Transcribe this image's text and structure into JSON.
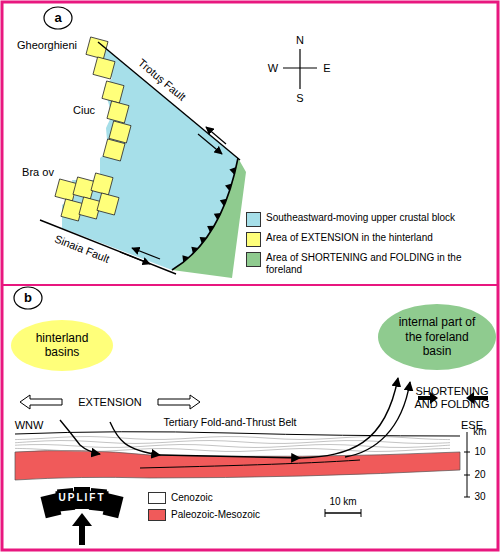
{
  "diagram": {
    "nodes": [
      {
        "text": [
          "hinterland basins"
        ]
      },
      {
        "text": [
          "internal part of the foreland basin"
        ]
      }
    ],
    "labels": [
      "a",
      "b",
      "N",
      "W",
      "E",
      "S",
      "Gheorghieni",
      "Ciuc",
      "Bra ov",
      "Trotuş Fault",
      "Sinaia Fault",
      "EXTENSION",
      "SHORTENING AND FOLDING",
      "WNW",
      "ESE",
      "Tertiary Fold-and-Thrust Belt",
      "km",
      "10",
      "20",
      "30",
      "UPLIFT",
      "10 km"
    ],
    "legend": [
      {
        "text": "Southeastward-moving upper crustal block",
        "color": "#a6dfe9"
      },
      {
        "text": "Area of EXTENSION in the hinterland",
        "color": "#ffff7a"
      },
      {
        "text": "Area of SHORTENING and FOLDING in the foreland",
        "color": "#8fcb8f"
      },
      {
        "text": "Cenozoic",
        "color": "#ffffff"
      },
      {
        "text": "Paleozoic-Mesozoic",
        "color": "#f05a5a"
      }
    ]
  }
}
